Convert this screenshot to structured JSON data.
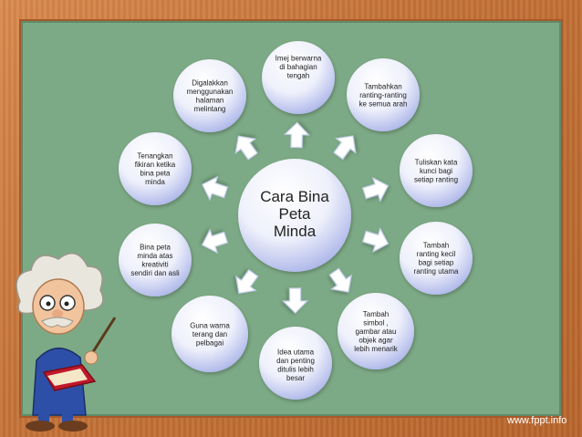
{
  "center": {
    "lines": [
      "Cara Bina",
      "Peta",
      "Minda"
    ]
  },
  "nodes": [
    {
      "id": "top",
      "lines": [
        "Imej berwarna",
        "di bahagian",
        "tengah"
      ]
    },
    {
      "id": "top-right",
      "lines": [
        "Tambahkan",
        "ranting-ranting",
        "ke semua arah"
      ]
    },
    {
      "id": "right-upper",
      "lines": [
        "Tuliskan kata",
        "kunci bagi",
        "setiap ranting"
      ]
    },
    {
      "id": "right-lower",
      "lines": [
        "Tambah",
        "ranting kecil",
        "bagi setiap",
        "ranting utama"
      ]
    },
    {
      "id": "bottom-right",
      "lines": [
        "Tambah",
        "simbol ,",
        "gambar atau",
        "objek agar",
        "lebih menarik"
      ]
    },
    {
      "id": "bottom",
      "lines": [
        "Idea utama",
        "dan penting",
        "ditulis lebih",
        "besar"
      ]
    },
    {
      "id": "bottom-left",
      "lines": [
        "Guna warna",
        "terang dan",
        "pelbagai"
      ]
    },
    {
      "id": "left-lower",
      "lines": [
        "Bina peta",
        "minda atas",
        "kreativiti",
        "sendiri dan asli"
      ]
    },
    {
      "id": "left-upper",
      "lines": [
        "Tenangkan",
        "fikiran ketika",
        "bina peta",
        "minda"
      ]
    },
    {
      "id": "top-left",
      "lines": [
        "Digalakkan",
        "menggunakan",
        "halaman",
        "melintang"
      ]
    }
  ],
  "footer": "www.fppt.info",
  "colors": {
    "board": "#7daa86",
    "frame": "#c47338",
    "node_light": "#ffffff",
    "node_dark": "#a9b3e8",
    "arrow": "#ffffff"
  }
}
